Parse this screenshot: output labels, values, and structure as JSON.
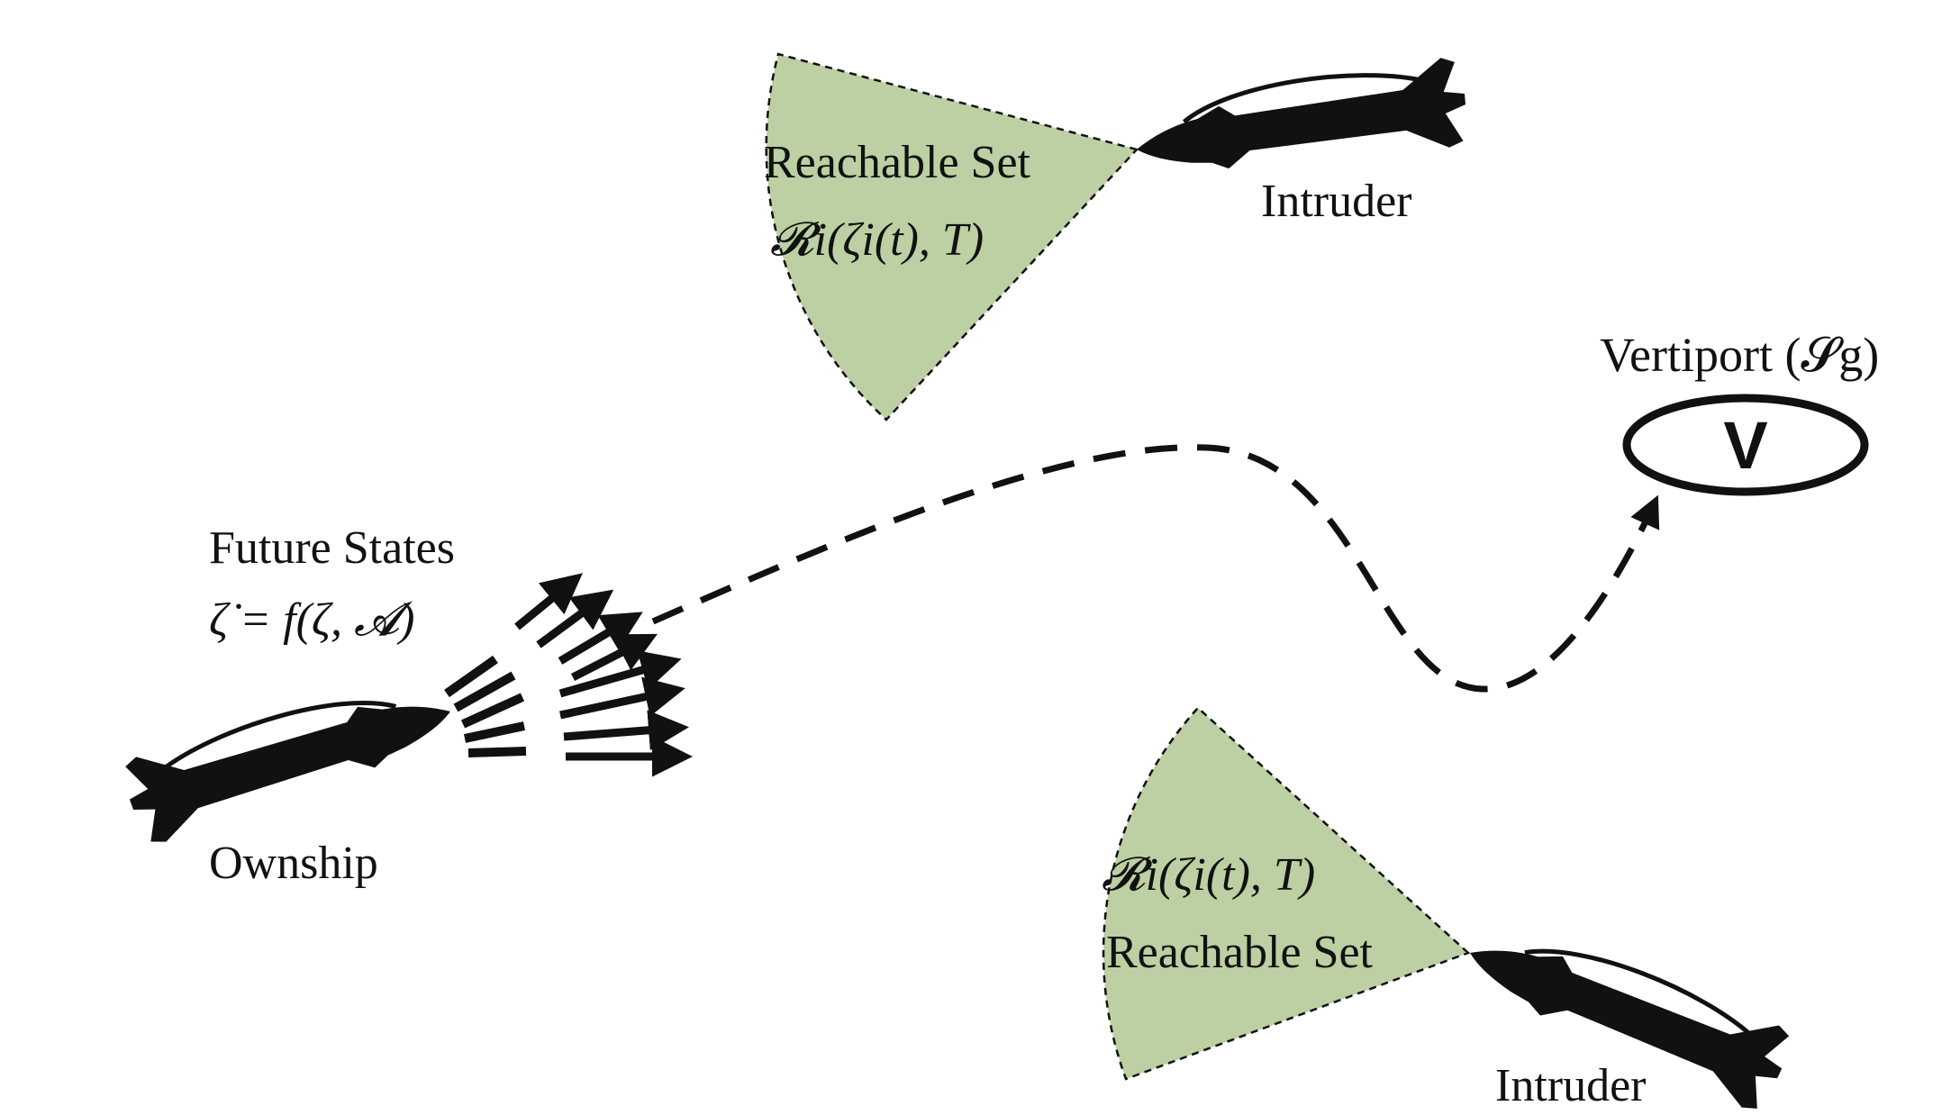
{
  "labels": {
    "reachable_set_top": "Reachable Set",
    "reachable_set_bottom": "Reachable Set",
    "reach_formula_top": "𝓡i(ζi(t), T)",
    "reach_formula_bottom": "𝓡i(ζi(t), T)",
    "intruder_top": "Intruder",
    "intruder_bottom": "Intruder",
    "vertiport": "Vertiport (𝓢g)",
    "vertiport_mark": "V",
    "future_states": "Future States",
    "dynamics": "ζ̇ = f(ζ, 𝓐)",
    "ownship": "Ownship"
  },
  "colors": {
    "reachable_fill": "#bcd0a3",
    "ink": "#111111"
  },
  "icons": {
    "aircraft": "aircraft-silhouette-icon",
    "vertiport": "ellipse-v-icon"
  }
}
